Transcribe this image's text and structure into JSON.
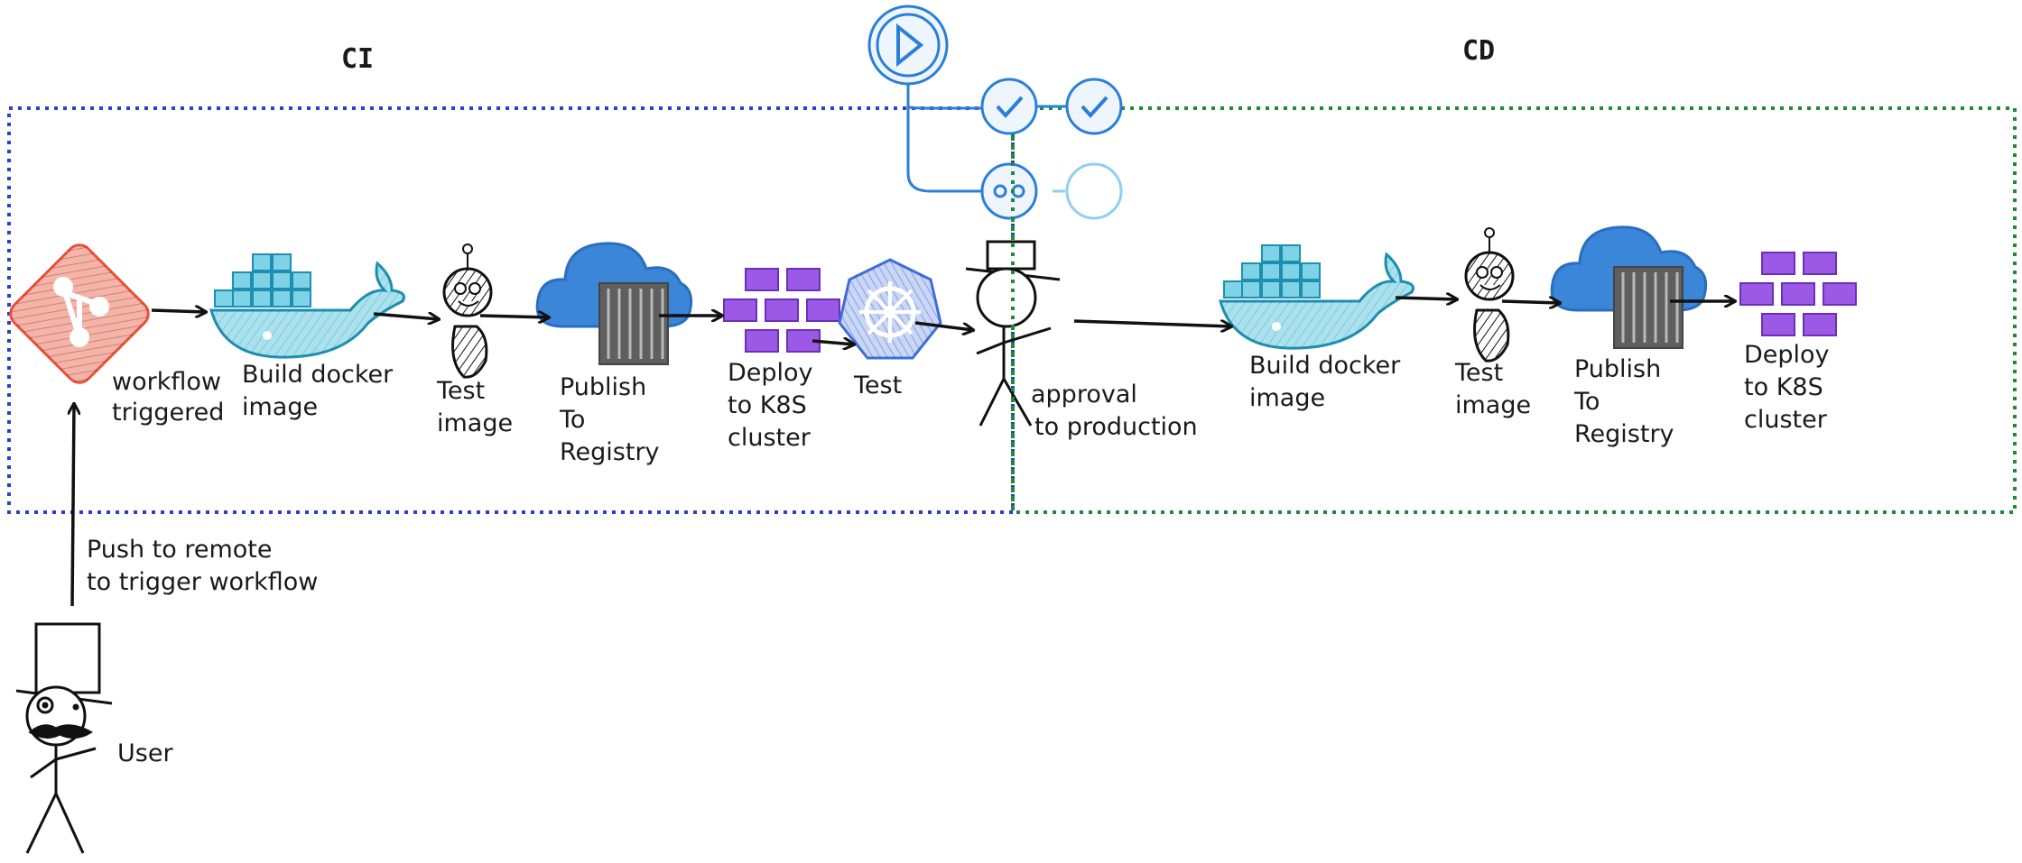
{
  "sections": {
    "ci": {
      "title": "CI",
      "border_color": "#2b3fc8"
    },
    "cd": {
      "title": "CD",
      "border_color": "#1f8a3b"
    }
  },
  "ci_steps": {
    "trigger": [
      "workflow",
      "triggered"
    ],
    "build": [
      "Build docker",
      "image"
    ],
    "test_image": [
      "Test",
      "image"
    ],
    "publish": [
      "Publish",
      "To",
      "Registry"
    ],
    "deploy": [
      "Deploy",
      "to K8S",
      "cluster"
    ],
    "test": [
      "Test"
    ]
  },
  "approval": [
    "approval",
    "to production"
  ],
  "cd_steps": {
    "build": [
      "Build docker",
      "image"
    ],
    "test_image": [
      "Test",
      "image"
    ],
    "publish": [
      "Publish",
      "To",
      "Registry"
    ],
    "deploy": [
      "Deploy",
      "to K8S",
      "cluster"
    ]
  },
  "push": [
    "Push to remote",
    "to trigger workflow"
  ],
  "user_label": "User",
  "colors": {
    "git": "#e8513c",
    "docker": "#39b6d3",
    "cloud": "#3b86d9",
    "registry": "#6d6d6d",
    "cubes": "#9b59e6",
    "k8s": "#3d6fd6",
    "workflow": "#2a7fd9"
  },
  "icons": [
    "git-icon",
    "docker-whale-icon",
    "robot-tester-icon",
    "cloud-registry-icon",
    "k8s-cubes-icon",
    "kubernetes-helm-icon",
    "stick-figure-approver-icon",
    "workflow-graph-icon",
    "stick-figure-user-icon"
  ]
}
